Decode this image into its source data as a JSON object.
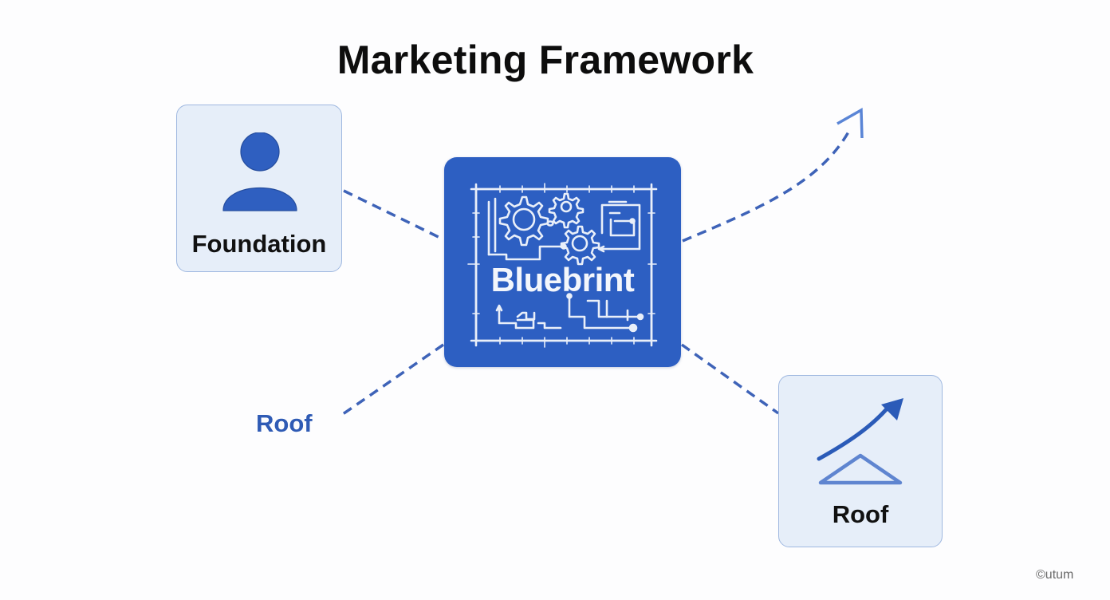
{
  "title": "Marketing Framework",
  "nodes": {
    "foundation": {
      "label": "Foundation",
      "icon": "person-icon"
    },
    "center": {
      "label": "Bluebrint",
      "icon": "blueprint-gears-icon"
    },
    "roof_card": {
      "label": "Roof",
      "icon": "growth-arrow-roof-icon"
    },
    "roof_text": {
      "label": "Roof"
    }
  },
  "edges": [
    {
      "from": "foundation",
      "to": "center",
      "style": "dashed"
    },
    {
      "from": "center",
      "to": "roof_text",
      "style": "dashed"
    },
    {
      "from": "center",
      "to": "roof_card",
      "style": "dashed"
    },
    {
      "from": "center",
      "to": "upward-arrow",
      "style": "dashed-curve-arrow"
    }
  ],
  "watermark": "©utum",
  "colors": {
    "primary_blue": "#2d5fc2",
    "card_fill": "#e6eef9",
    "card_border": "#9fb8e0",
    "connector": "#3e63b8",
    "accent_text": "#2f5bb5",
    "title_text": "#0d0d0d"
  }
}
